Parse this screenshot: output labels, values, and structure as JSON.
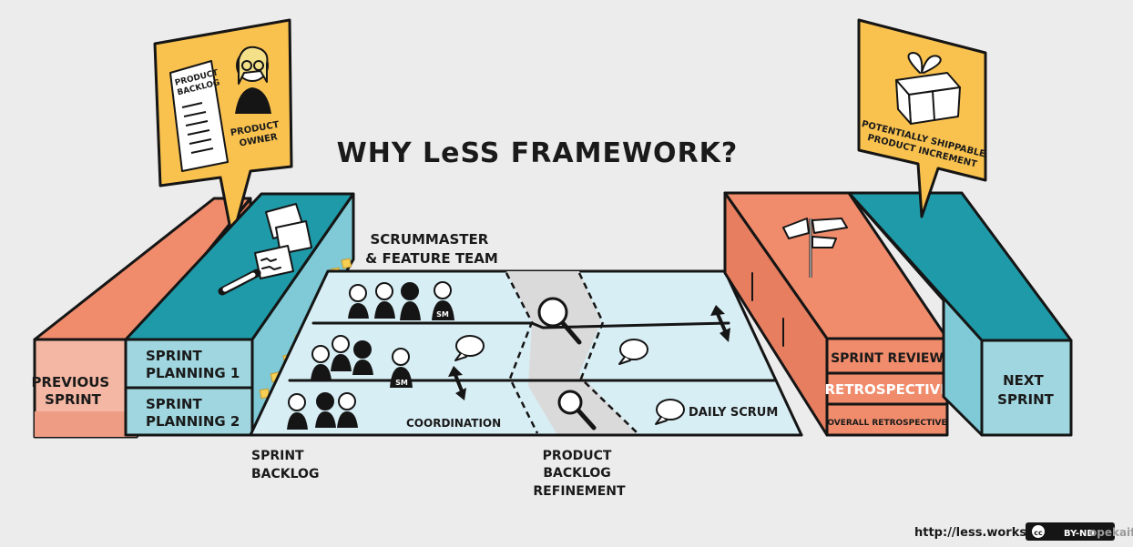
{
  "title": "WHY LeSS FRAMEWORK?",
  "previous_sprint": [
    "PREVIOUS",
    "SPRINT"
  ],
  "next_sprint": [
    "NEXT",
    "SPRINT"
  ],
  "product_owner": {
    "backlog_label": [
      "PRODUCT",
      "BACKLOG"
    ],
    "owner_label": [
      "PRODUCT",
      "OWNER"
    ]
  },
  "increment": [
    "POTENTIALLY SHIPPABLE",
    "PRODUCT INCREMENT"
  ],
  "sprint_planning_1": [
    "SPRINT",
    "PLANNING 1"
  ],
  "sprint_planning_2": [
    "SPRINT",
    "PLANNING 2"
  ],
  "scrummaster_team": [
    "SCRUMMASTER",
    "& FEATURE TEAM"
  ],
  "sm_badge": "SM",
  "coordination": "COORDINATION",
  "daily_scrum": "DAILY SCRUM",
  "sprint_backlog": [
    "SPRINT",
    "BACKLOG"
  ],
  "refinement": [
    "PRODUCT",
    "BACKLOG",
    "REFINEMENT"
  ],
  "sprint_review": "SPRINT REVIEW",
  "retrospective": "RETROSPECTIVE",
  "overall_retrospective": "OVERALL RETROSPECTIVE",
  "footer_url": "http://less.works",
  "license_cc": "cc",
  "license_badge": "BY-ND",
  "watermark": "opekaifa",
  "colors": {
    "salmon": "#f08c6c",
    "salmon_light": "#f4b7a4",
    "teal": "#1f9aa8",
    "teal_light": "#9fd6df",
    "lane": "#d8eef5",
    "gray_zone": "#dadada",
    "yellow": "#f9c24f",
    "sticky": "#f7cf55"
  }
}
